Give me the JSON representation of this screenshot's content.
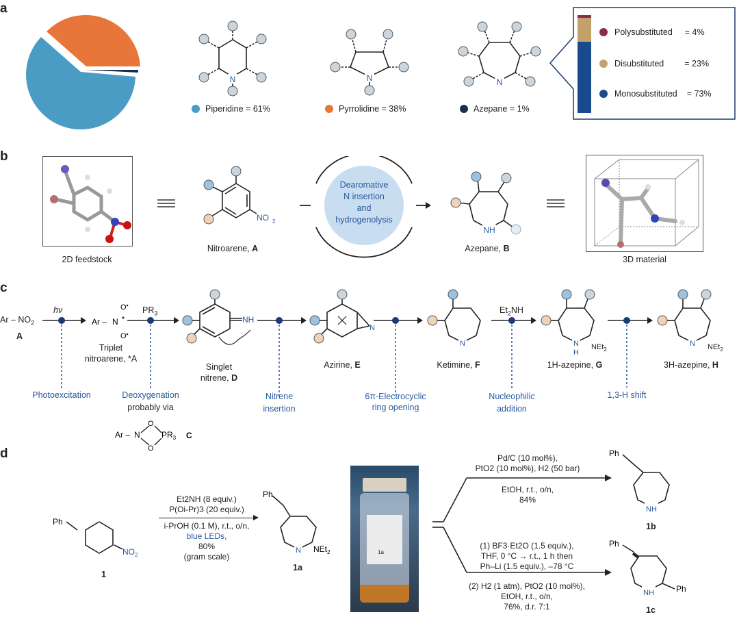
{
  "panel_a": {
    "letter": "a",
    "pie": {
      "slices": [
        {
          "name": "Piperidine",
          "percent": 61,
          "color": "#4a9cc4"
        },
        {
          "name": "Pyrrolidine",
          "percent": 38,
          "color": "#e8763a"
        },
        {
          "name": "Azepane",
          "percent": 1,
          "color": "#1a2e52"
        }
      ]
    },
    "legend": [
      {
        "label": "Piperidine = 61%",
        "color": "#4a9cc4"
      },
      {
        "label": "Pyrrolidine = 38%",
        "color": "#e8763a"
      },
      {
        "label": "Azepane = 1%",
        "color": "#1a2e52"
      }
    ],
    "substitution": [
      {
        "label": "Polysubstituted",
        "value": "= 4%",
        "color": "#8b2b4e",
        "percent": 4
      },
      {
        "label": "Disubstituted",
        "value": "= 23%",
        "color": "#c4a06a",
        "percent": 23
      },
      {
        "label": "Monosubstituted",
        "value": "= 73%",
        "color": "#1a4a8c",
        "percent": 73
      }
    ],
    "n_atom": "N"
  },
  "panel_b": {
    "letter": "b",
    "feedstock_label": "2D feedstock",
    "nitroarene_label": "Nitroarene,",
    "nitroarene_bold": "A",
    "no2": "NO",
    "no2_sub": "2",
    "circle_text": [
      "Dearomative",
      "N insertion",
      "and",
      "hydrogenolysis"
    ],
    "azepane_label": "Azepane,",
    "azepane_bold": "B",
    "nh": "NH",
    "material_label": "3D material"
  },
  "panel_c": {
    "letter": "c",
    "ar_no2": "Ar – NO",
    "a_bold": "A",
    "hv": "hν",
    "pr3": "PR",
    "triplet": "Triplet",
    "triplet2": "nitroarene, *A",
    "singlet": "Singlet",
    "singlet2": "nitrene,",
    "singlet_bold": "D",
    "azirine": "Azirine,",
    "azirine_bold": "E",
    "ketimine": "Ketimine,",
    "ketimine_bold": "F",
    "et2nh": "Et",
    "azepine1": "1H-azepine,",
    "azepine1_bold": "G",
    "azepine3": "3H-azepine,",
    "azepine3_bold": "H",
    "steps": [
      "Photoexcitation",
      "Deoxygenation",
      "Nitrene",
      "insertion",
      "6π-Electrocyclic",
      "ring opening",
      "Nucleophilic",
      "addition",
      "1,3-H shift"
    ],
    "probably_via": "probably via",
    "c_bold": "C",
    "net2": "NEt",
    "nh_label": "NH",
    "n_label": "N",
    "h_label": "H"
  },
  "panel_d": {
    "letter": "d",
    "ph": "Ph",
    "sm_bold": "1",
    "no2": "NO",
    "conditions": [
      "Et2NH (8 equiv.)",
      "P(Oi-Pr)3 (20 equiv.)",
      "i-PrOH (0.1 M), r.t., o/n,",
      "blue LEDs,",
      "80%",
      "(gram scale)"
    ],
    "product_1a": "1a",
    "net2": "NEt",
    "upper_conditions": [
      "Pd/C (10 mol%),",
      "PtO2 (10 mol%), H2 (50 bar)",
      "EtOH, r.t., o/n,",
      "84%"
    ],
    "lower_conditions": [
      "(1) BF3·Et2O (1.5 equiv.),",
      "THF, 0 °C → r.t., 1 h then",
      "Ph–Li (1.5 equiv.), –78 °C",
      "(2) H2 (1 atm), PtO2 (10 mol%),",
      "EtOH, r.t., o/n,",
      "76%, d.r. 7:1"
    ],
    "product_1b": "1b",
    "product_1c": "1c",
    "vial_label": "1a"
  }
}
